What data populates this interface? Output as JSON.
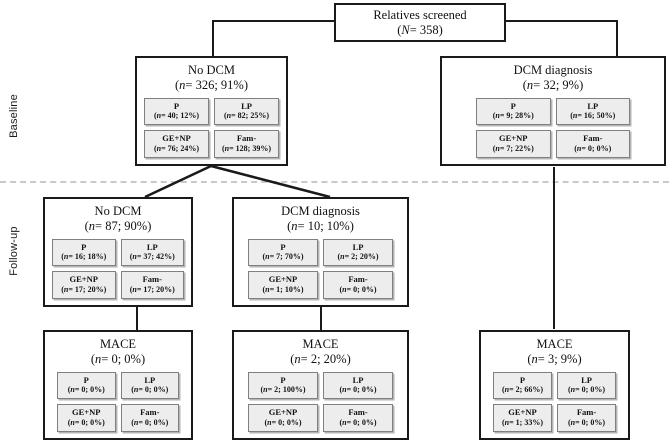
{
  "stage_labels": {
    "baseline": "Baseline",
    "followup": "Follow-up"
  },
  "chart_data": {
    "type": "diagram",
    "title": "Relatives screened cascade flowchart",
    "root": {
      "title": "Relatives screened",
      "count": "(N= 358)"
    },
    "nodes": [
      {
        "id": "baseline-no-dcm",
        "stage": "Baseline",
        "title": "No DCM",
        "count": "(n= 326; 91%)",
        "cells": [
          {
            "label": "P",
            "value": "(n= 40; 12%)"
          },
          {
            "label": "LP",
            "value": "(n=  82; 25%)"
          },
          {
            "label": "GE+NP",
            "value": "(n= 76; 24%)"
          },
          {
            "label": "Fam-",
            "value": "(n= 128; 39%)"
          }
        ]
      },
      {
        "id": "baseline-dcm",
        "stage": "Baseline",
        "title": "DCM diagnosis",
        "count": "(n= 32; 9%)",
        "cells": [
          {
            "label": "P",
            "value": "(n= 9; 28%)"
          },
          {
            "label": "LP",
            "value": "(n= 16; 50%)"
          },
          {
            "label": "GE+NP",
            "value": "(n= 7; 22%)"
          },
          {
            "label": "Fam-",
            "value": "(n= 0; 0%)"
          }
        ]
      },
      {
        "id": "followup-no-dcm",
        "stage": "Follow-up",
        "title": "No DCM",
        "count": "(n= 87; 90%)",
        "cells": [
          {
            "label": "P",
            "value": "(n= 16; 18%)"
          },
          {
            "label": "LP",
            "value": "(n= 37; 42%)"
          },
          {
            "label": "GE+NP",
            "value": "(n= 17; 20%)"
          },
          {
            "label": "Fam-",
            "value": "(n= 17; 20%)"
          }
        ]
      },
      {
        "id": "followup-dcm",
        "stage": "Follow-up",
        "title": "DCM diagnosis",
        "count": "(n= 10; 10%)",
        "cells": [
          {
            "label": "P",
            "value": "(n= 7; 70%)"
          },
          {
            "label": "LP",
            "value": "(n= 2; 20%)"
          },
          {
            "label": "GE+NP",
            "value": "(n= 1; 10%)"
          },
          {
            "label": "Fam-",
            "value": "(n= 0; 0%)"
          }
        ]
      },
      {
        "id": "mace-left",
        "stage": "Follow-up",
        "title": "MACE",
        "count": "(n= 0; 0%)",
        "cells": [
          {
            "label": "P",
            "value": "(n= 0; 0%)"
          },
          {
            "label": "LP",
            "value": "(n= 0; 0%)"
          },
          {
            "label": "GE+NP",
            "value": "(n= 0; 0%)"
          },
          {
            "label": "Fam-",
            "value": "(n= 0; 0%)"
          }
        ]
      },
      {
        "id": "mace-middle",
        "stage": "Follow-up",
        "title": "MACE",
        "count": "(n= 2; 20%)",
        "cells": [
          {
            "label": "P",
            "value": "(n= 2; 100%)"
          },
          {
            "label": "LP",
            "value": "(n= 0; 0%)"
          },
          {
            "label": "GE+NP",
            "value": "(n= 0; 0%)"
          },
          {
            "label": "Fam-",
            "value": "(n= 0; 0%)"
          }
        ]
      },
      {
        "id": "mace-right",
        "stage": "Follow-up",
        "title": "MACE",
        "count": "(n= 3; 9%)",
        "cells": [
          {
            "label": "P",
            "value": "(n= 2; 66%)"
          },
          {
            "label": "LP",
            "value": "(n= 0; 0%)"
          },
          {
            "label": "GE+NP",
            "value": "(n= 1; 33%)"
          },
          {
            "label": "Fam-",
            "value": "(n= 0; 0%)"
          }
        ]
      }
    ],
    "edges": [
      {
        "from": "root",
        "to": "baseline-no-dcm"
      },
      {
        "from": "root",
        "to": "baseline-dcm"
      },
      {
        "from": "baseline-no-dcm",
        "to": "followup-no-dcm"
      },
      {
        "from": "baseline-no-dcm",
        "to": "followup-dcm"
      },
      {
        "from": "baseline-dcm",
        "to": "mace-right"
      },
      {
        "from": "followup-no-dcm",
        "to": "mace-left"
      },
      {
        "from": "followup-dcm",
        "to": "mace-middle"
      }
    ],
    "colors": {
      "box_border": "#1a1a1a",
      "cell_fill": "#ededed",
      "cell_border": "#808080",
      "divider": "#c9c9c9"
    }
  }
}
